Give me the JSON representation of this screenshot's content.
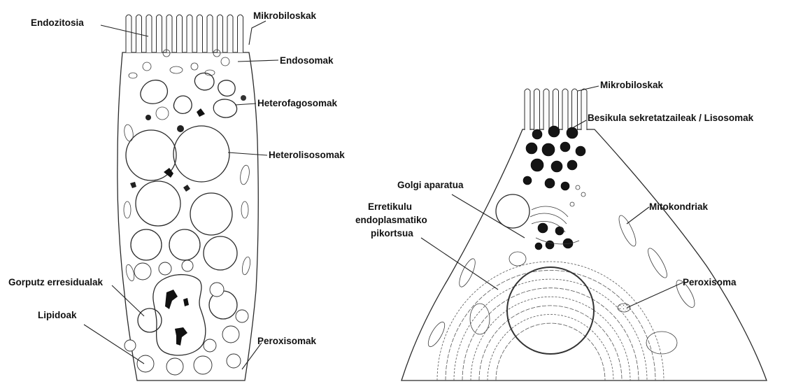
{
  "left_cell": {
    "labels": {
      "endozitosia": "Endozitosia",
      "mikrobiloskak": "Mikrobiloskak",
      "endosomak": "Endosomak",
      "heterofagosomak": "Heterofagosomak",
      "heterolisosomak": "Heterolisosomak",
      "gorputz_erresidualak": "Gorputz erresidualak",
      "lipidoak": "Lipidoak",
      "peroxisomak": "Peroxisomak"
    }
  },
  "right_cell": {
    "labels": {
      "mikrobiloskak": "Mikrobiloskak",
      "besikula": "Besikula sekretatzaileak / Lisosomak",
      "golgi": "Golgi aparatua",
      "erretikulu_1": "Erretikulu",
      "erretikulu_2": "endoplasmatiko",
      "erretikulu_3": "pikortsua",
      "mitokondriak": "Mitokondriak",
      "peroxisoma": "Peroxisoma"
    }
  },
  "colors": {
    "ink": "#2a2a2a",
    "background": "#ffffff",
    "text": "#111111"
  }
}
